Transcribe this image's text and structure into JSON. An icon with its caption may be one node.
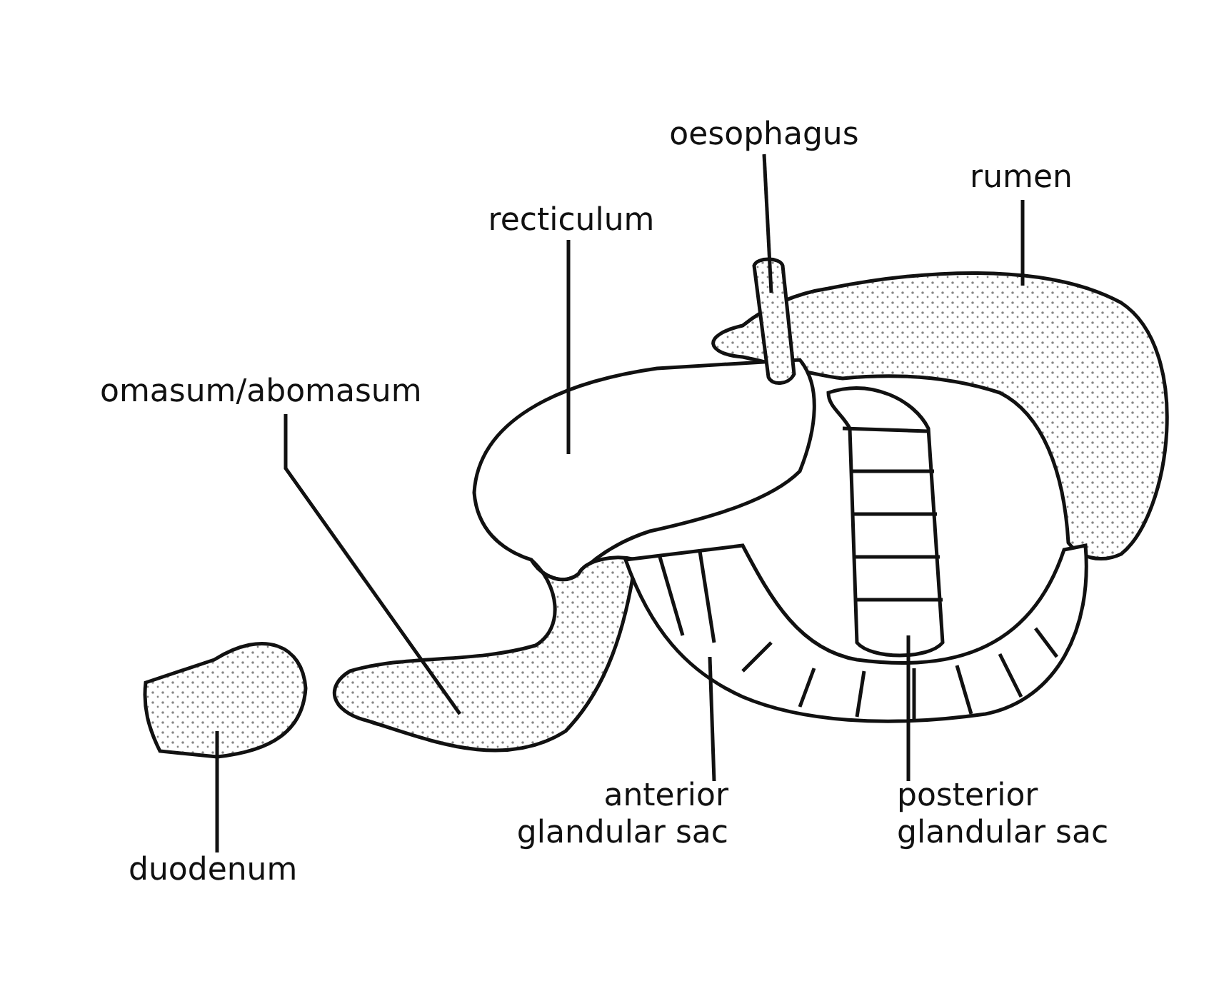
{
  "diagram": {
    "nodes": [
      {
        "text": [
          "oesophagus"
        ]
      },
      {
        "text": [
          "rumen"
        ]
      },
      {
        "text": [
          "recticulum"
        ]
      },
      {
        "text": [
          "omasum/abomasum"
        ]
      },
      {
        "text": [
          "duodenum"
        ]
      },
      {
        "text": [
          "anterior glandular sac"
        ]
      },
      {
        "text": [
          "posterior glandular sac"
        ]
      },
      {
        "text": [],
        "shape": "picture"
      },
      {
        "text": [],
        "shape": "picture"
      },
      {
        "text": [],
        "shape": "picture"
      },
      {
        "text": [],
        "shape": "picture"
      },
      {
        "text": [],
        "shape": "picture"
      },
      {
        "text": [],
        "shape": "picture"
      },
      {
        "text": [],
        "shape": "picture"
      }
    ],
    "edges": [
      {
        "from": 0,
        "to": 7,
        "arrow": "none"
      },
      {
        "from": 1,
        "to": 8,
        "arrow": "none"
      },
      {
        "from": 2,
        "to": 9,
        "arrow": "none"
      },
      {
        "from": 3,
        "to": 10,
        "arrow": "none"
      },
      {
        "from": 4,
        "to": 11,
        "arrow": "none"
      },
      {
        "from": 5,
        "to": 12,
        "arrow": "none"
      },
      {
        "from": 6,
        "to": 13,
        "arrow": "none"
      }
    ]
  }
}
